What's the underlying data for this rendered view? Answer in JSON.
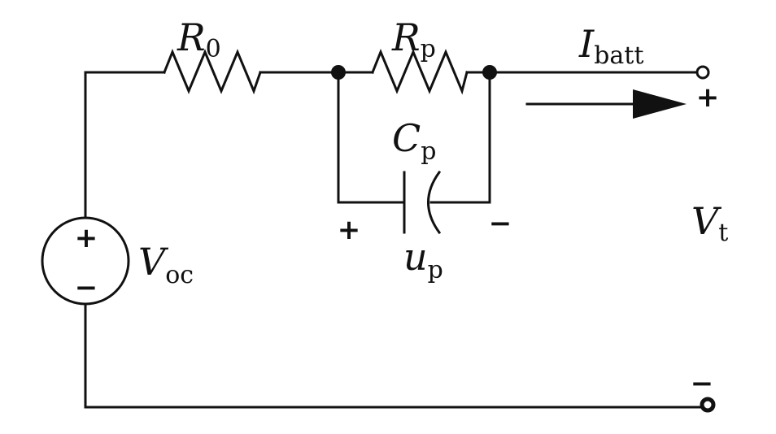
{
  "labels": {
    "r0": {
      "main": "R",
      "sub": "0"
    },
    "rp": {
      "main": "R",
      "sub": "p"
    },
    "ibatt": {
      "main": "I",
      "sub": "batt"
    },
    "cp": {
      "main": "C",
      "sub": "p"
    },
    "up": {
      "main": "u",
      "sub": "p"
    },
    "voc": {
      "main": "V",
      "sub": "oc"
    },
    "vt": {
      "main": "V",
      "sub": "t"
    }
  },
  "signs": {
    "plus": "+",
    "minus": "−"
  }
}
